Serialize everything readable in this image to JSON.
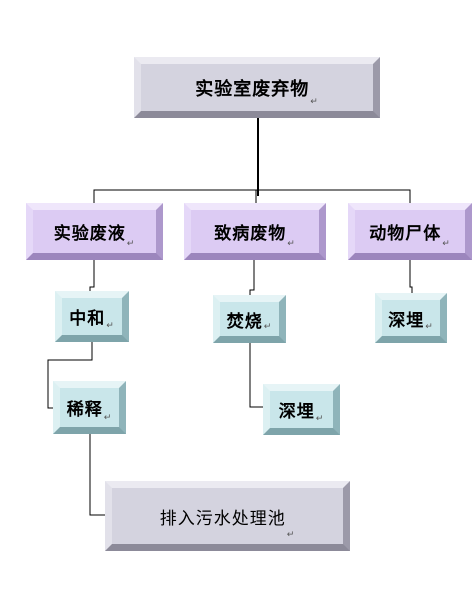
{
  "diagram": {
    "root": {
      "label": "实验室废弃物",
      "mark": "↵"
    },
    "categories": [
      {
        "label": "实验废液",
        "mark": "↵"
      },
      {
        "label": "致病废物",
        "mark": "↵"
      },
      {
        "label": "动物尸体",
        "mark": "↵"
      }
    ],
    "steps": {
      "neutralize": {
        "label": "中和",
        "mark": "↵"
      },
      "dilute": {
        "label": "稀释",
        "mark": "↵"
      },
      "drain": {
        "label": "排入污水处理池",
        "mark": "↵"
      },
      "incinerate": {
        "label": "焚烧",
        "mark": "↵"
      },
      "bury_pathogenic": {
        "label": "深埋",
        "mark": "↵"
      },
      "bury_animal": {
        "label": "深埋",
        "mark": "↵"
      }
    }
  }
}
